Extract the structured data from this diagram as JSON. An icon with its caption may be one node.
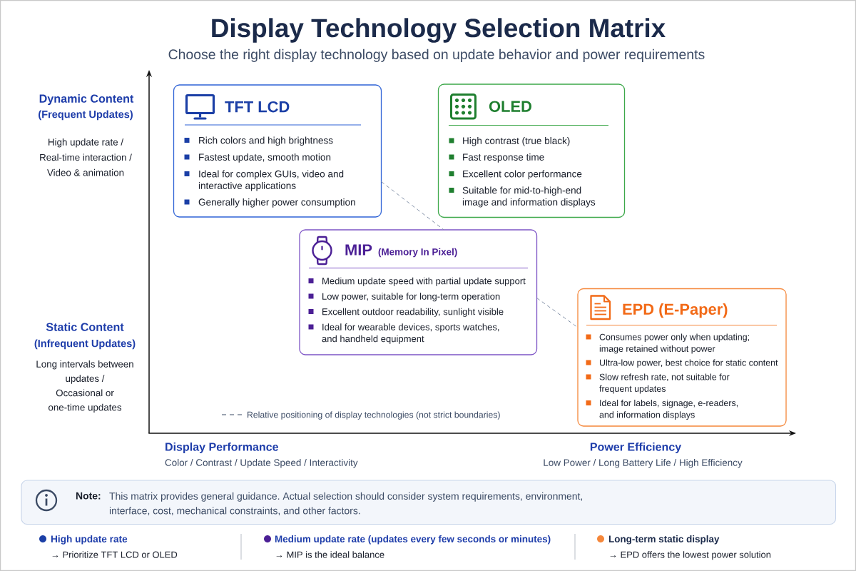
{
  "diagram": {
    "title": "Display Technology Selection Matrix",
    "nodes": [
      {
        "text": [
          "TFT LCD",
          "Rich colors and high brightness",
          "Fastest update, smooth motion",
          "Ideal for complex GUIs, video and interactive applications",
          "Generally higher power consumption"
        ]
      },
      {
        "text": [
          "OLED",
          "High contrast (true black)",
          "Fast response time",
          "Excellent color performance",
          "Suitable for mid-to-high-end image and information displays"
        ]
      },
      {
        "text": [
          "MIP",
          "(Memory In Pixel)",
          "Medium update speed with partial update support",
          "Low power, suitable for long-term operation",
          "Excellent outdoor readability, sunlight visible",
          "Ideal for wearable devices, sports watches, and handheld equipment"
        ]
      },
      {
        "text": [
          "EPD (E-Paper)",
          "Consumes power only when updating; image retained without power",
          "Ultra-low power, best choice for static content",
          "Slow refresh rate, not suitable for frequent updates",
          "Ideal for labels, signage, e-readers, and information displays"
        ]
      },
      {
        "text": [
          "Note:",
          "This matrix provides general guidance. Actual selection should consider system requirements, environment, interface, cost, mechanical constraints, and other factors."
        ]
      }
    ],
    "edges": [
      {
        "from": 0,
        "to": 2,
        "arrow": "none",
        "style": "dashed"
      },
      {
        "from": 2,
        "to": 3,
        "arrow": "none",
        "style": "dashed"
      }
    ],
    "labels": [
      "Choose the right display technology based on update behavior and power requirements",
      "Dynamic Content",
      "(Frequent Updates)",
      "High update rate / Real-time interaction / Video & animation",
      "Static Content",
      "(Infrequent Updates)",
      "Long intervals between updates / Occasional or one-time updates",
      "Display Performance",
      "Color / Contrast / Update Speed / Interactivity",
      "Power Efficiency",
      "Low Power / Long Battery Life / High Efficiency",
      "High update rate",
      "→ Prioritize TFT LCD or OLED",
      "Medium update rate (updates every few seconds or minutes)",
      "→ MIP is the ideal balance",
      "Long-term static display",
      "→ EPD offers the lowest power solution"
    ],
    "legend": [
      {
        "text": "Relative positioning of display technologies (not strict boundaries)"
      }
    ]
  }
}
